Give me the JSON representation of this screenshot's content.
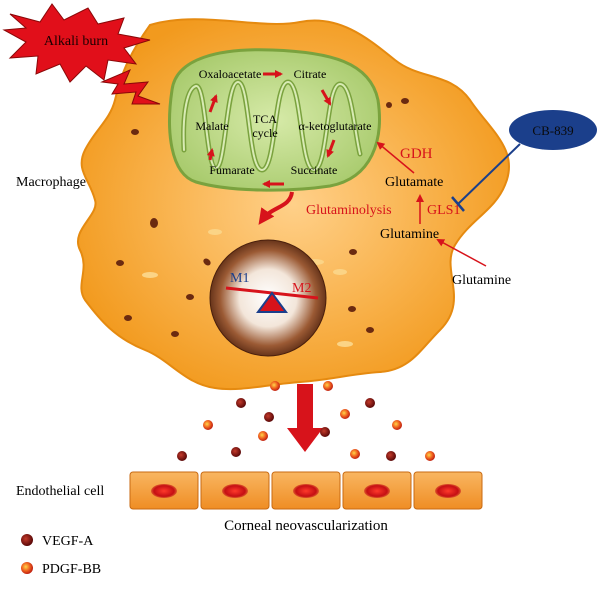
{
  "labels": {
    "alkali_burn": "Alkali burn",
    "macrophage": "Macrophage",
    "cb839": "CB-839",
    "tca_cycle_line1": "TCA",
    "tca_cycle_line2": "cycle",
    "oxaloacetate": "Oxaloacetate",
    "citrate": "Citrate",
    "malate": "Malate",
    "alpha_ketoglutarate": "α-ketoglutarate",
    "fumarate": "Fumarate",
    "succinate": "Succinate",
    "gdh": "GDH",
    "glutamate": "Glutamate",
    "glutaminolysis": "Glutaminolysis",
    "gls1": "GLS1",
    "glutamine_inner": "Glutamine",
    "glutamine_outer": "Glutamine",
    "m1": "M1",
    "m2": "M2",
    "endothelial_cell": "Endothelial cell",
    "corneal_neovascularization": "Corneal neovascularization",
    "legend_vegfa": "VEGF-A",
    "legend_pdgfbb": "PDGF-BB"
  },
  "colors": {
    "macrophage_fill": "#f7a531",
    "macrophage_stroke": "#e58a10",
    "mito_fill": "#b4d47a",
    "mito_stroke": "#7aa23e",
    "red_arrow": "#d7131b",
    "label_red": "#d7131b",
    "cb839_fill": "#1b3f8b",
    "inhibitor_line": "#1b3f8b",
    "nucleus_outer": "#5a2b14",
    "vegf": "#7a0e0e",
    "pdgf": "#e0401a",
    "endothelial_fill": "#f5a23b",
    "endothelial_nucleus": "#d7131b"
  }
}
